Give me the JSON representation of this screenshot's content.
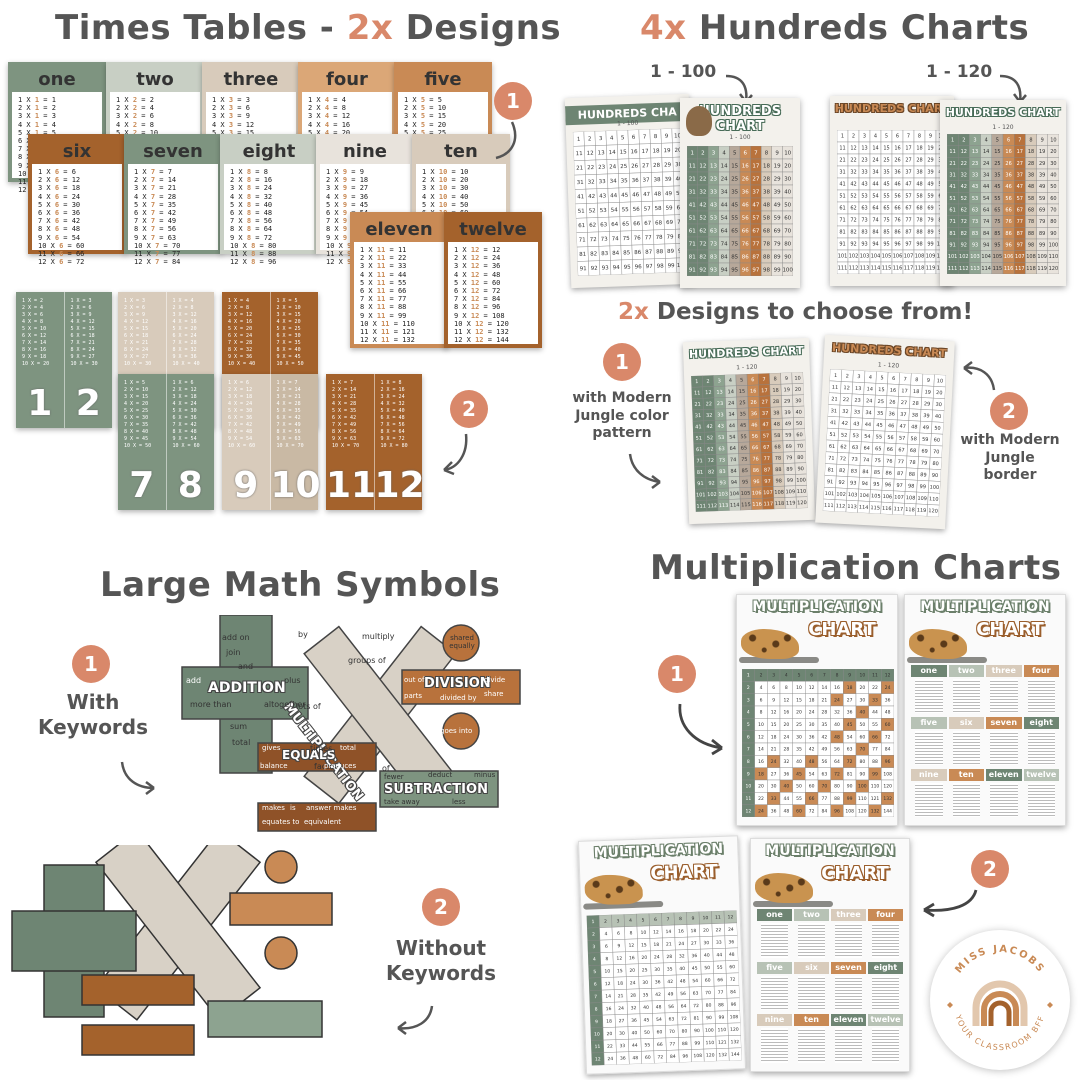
{
  "sections": {
    "times_tables": {
      "title_prefix": "Times Tables - ",
      "title_accent": "2x",
      "title_suffix": " Designs"
    },
    "hundreds": {
      "title_accent": "4x",
      "title_suffix": " Hundreds Charts",
      "range_100": "1 - 100",
      "range_120": "1 - 120",
      "chart_title": "HUNDREDS CHART",
      "chart_title_cropped": "HUNDREDS CHA",
      "sub_100": "1 - 100",
      "sub_120": "1 - 120"
    },
    "choose": {
      "title_accent": "2x",
      "title_suffix": " Designs to choose from!",
      "note1": "with Modern Jungle color pattern",
      "note2": "with Modern Jungle border"
    },
    "symbols": {
      "title": "Large Math Symbols",
      "note1": "With Keywords",
      "note2": "Without Keywords"
    },
    "mult": {
      "title": "Multiplication Charts",
      "poster_title1": "MULTIPLICATION",
      "poster_title2": "CHART"
    }
  },
  "badges": {
    "one": "1",
    "two": "2"
  },
  "times_cards": [
    {
      "name": "one",
      "color": "#7e9480",
      "n": 1
    },
    {
      "name": "two",
      "color": "#c8cfc4",
      "n": 2
    },
    {
      "name": "three",
      "color": "#d8cbbb",
      "n": 3
    },
    {
      "name": "four",
      "color": "#dba777",
      "n": 4
    },
    {
      "name": "five",
      "color": "#c98a55",
      "n": 5
    },
    {
      "name": "six",
      "color": "#a4622c",
      "n": 6
    },
    {
      "name": "seven",
      "color": "#7e9480",
      "n": 7
    },
    {
      "name": "eight",
      "color": "#c8cfc4",
      "n": 8
    },
    {
      "name": "nine",
      "color": "#e8e3dc",
      "n": 9
    },
    {
      "name": "ten",
      "color": "#d8cbbb",
      "n": 10
    },
    {
      "name": "eleven",
      "color": "#c98a55",
      "n": 11
    },
    {
      "name": "twelve",
      "color": "#a4622c",
      "n": 12
    }
  ],
  "strip_numbers": [
    "1",
    "2",
    "7",
    "8",
    "9",
    "10",
    "11",
    "12"
  ],
  "mult_tabs": [
    "one",
    "two",
    "three",
    "four",
    "five",
    "six",
    "seven",
    "eight",
    "nine",
    "ten",
    "eleven",
    "twelve"
  ],
  "keywords": {
    "addition": "ADDITION",
    "multiplication": "MULTIPLICATION",
    "division": "DIVISION",
    "equals": "EQUALS",
    "subtraction": "SUBTRACTION",
    "add_words": [
      "add on",
      "join",
      "and",
      "add",
      "plus",
      "more than",
      "altogether",
      "sum",
      "total"
    ],
    "mult_words": [
      "by",
      "multiply",
      "groups of",
      "lots of",
      "times",
      "factor",
      "of"
    ],
    "div_words": [
      "shared equally",
      "out of",
      "divide",
      "parts",
      "divided by",
      "share",
      "goes into"
    ],
    "eq_words": [
      "gives",
      "total",
      "balance",
      "produces",
      "makes",
      "is",
      "answer makes",
      "equates to",
      "equivalent"
    ],
    "sub_words": [
      "fewer",
      "deduct",
      "minus",
      "take away",
      "less"
    ]
  },
  "logo": {
    "top": "MISS JACOBS",
    "bottom": "YOUR CLASSROOM BFF"
  },
  "colors": {
    "accent": "#d9886a",
    "sage": "#7e9480",
    "dark_sage": "#5d7663",
    "beige": "#d8cbbb",
    "tan": "#c98a55",
    "rust": "#a4622c",
    "text": "#555555"
  }
}
